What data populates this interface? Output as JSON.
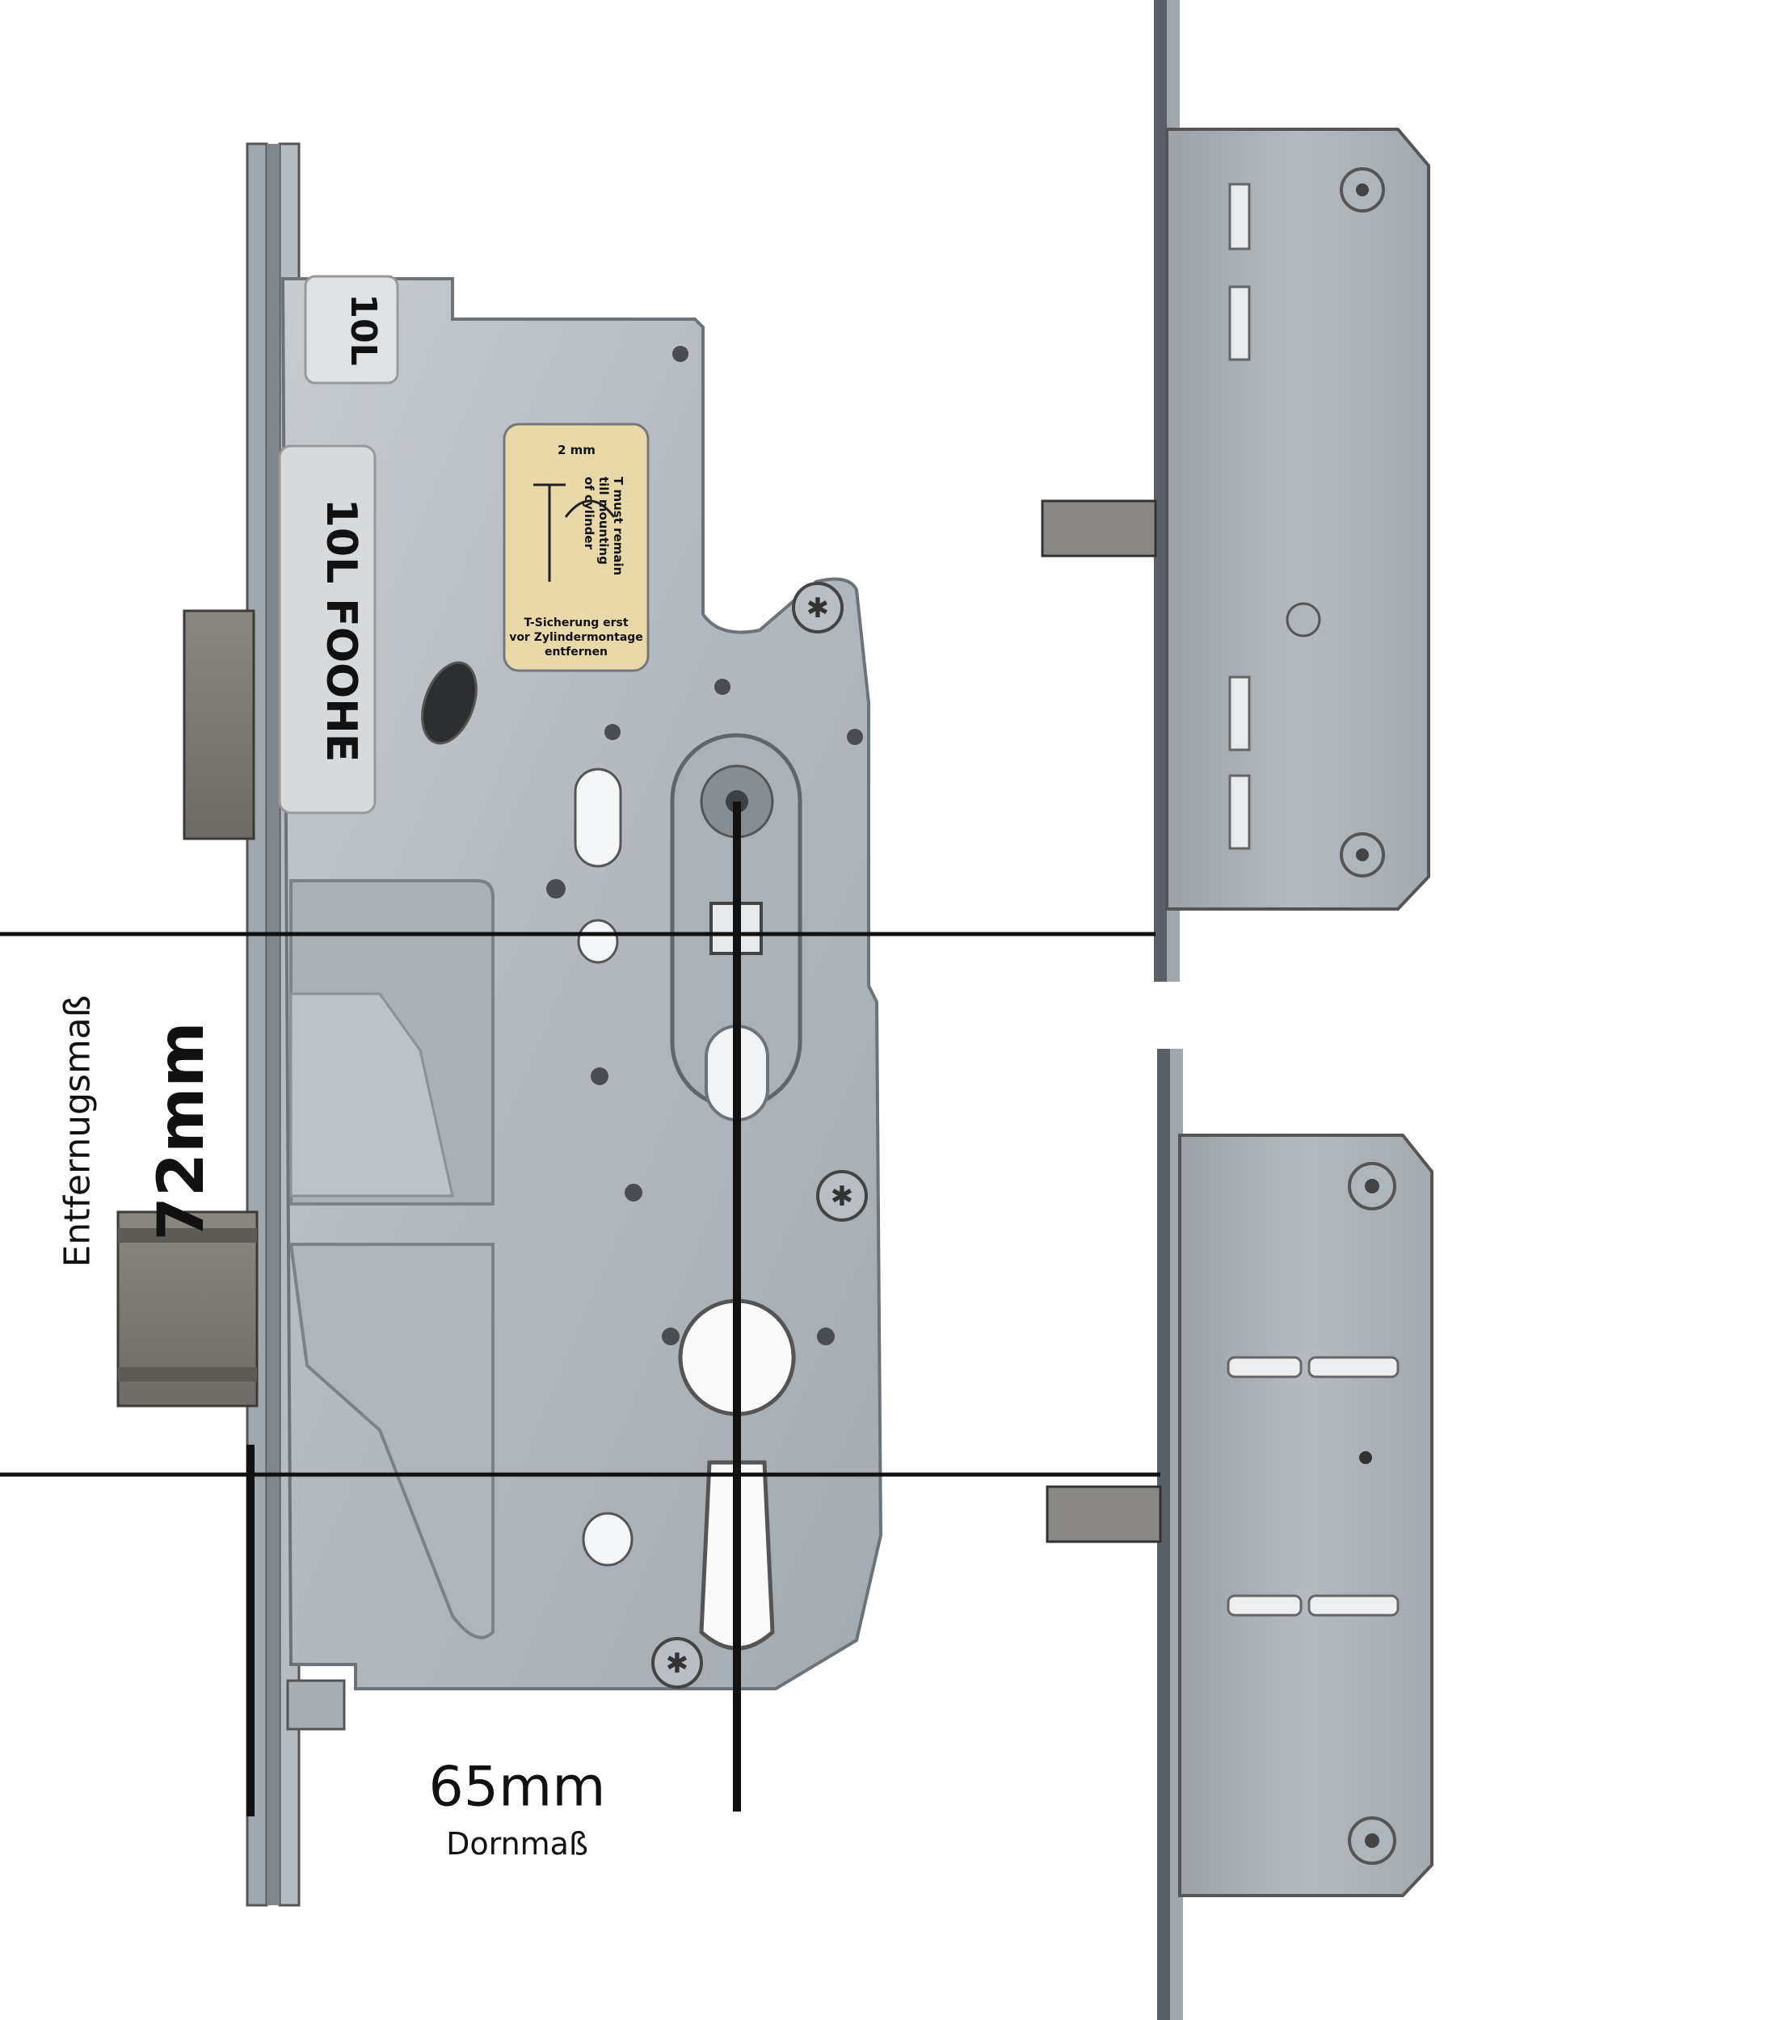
{
  "photo": {
    "sticker_text_1": "10L",
    "sticker_text_2": "10L FOOHE",
    "warning_label": {
      "gap": "2 mm",
      "english": [
        "T must remain",
        "till mounting",
        "of cylinder"
      ],
      "german": [
        "T-Sicherung erst",
        "vor Zylindermontage",
        "entfernen"
      ]
    }
  },
  "dimensions": {
    "vertical_value": "72mm",
    "vertical_caption": "Entfernugsmaß",
    "horizontal_value": "65mm",
    "horizontal_caption": "Dornmaß"
  },
  "colors": {
    "steel": "#b9bfc5",
    "steel_dark": "#8d949a",
    "bolt": "#7c7a74",
    "label_bg": "#e8d9a8",
    "line": "#111111"
  }
}
